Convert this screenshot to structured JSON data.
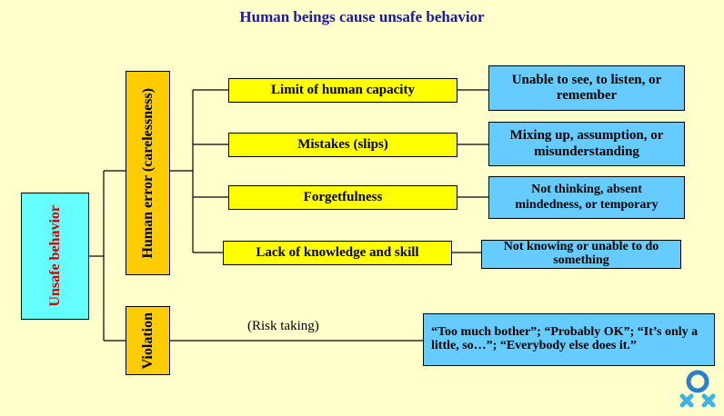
{
  "title": "Human beings cause unsafe behavior",
  "root": "Unsafe behavior",
  "branch_human_error": "Human error (carelessness)",
  "branch_violation": "Violation",
  "causes": [
    {
      "label": "Limit of human capacity",
      "detail": "Unable to see, to listen, or remember"
    },
    {
      "label": "Mistakes (slips)",
      "detail": "Mixing up, assumption, or misunderstanding"
    },
    {
      "label": "Forgetfulness",
      "detail": "Not thinking, absent mindedness, or temporary"
    },
    {
      "label": "Lack of knowledge and skill",
      "detail": "Not knowing or unable to do something"
    }
  ],
  "risk_label": "(Risk taking)",
  "violation_detail": "“Too much bother”; “Probably OK”; “It’s only a little, so…”; “Everybody else does it.”",
  "colors": {
    "background": "#ffffcc",
    "title": "#1a1aa6",
    "root_fill": "#66ffff",
    "root_text": "#cc0000",
    "branch_fill": "#ffcc00",
    "cause_fill": "#ffff00",
    "detail_fill": "#66ccff"
  },
  "logo_icon": "people-logo-icon"
}
